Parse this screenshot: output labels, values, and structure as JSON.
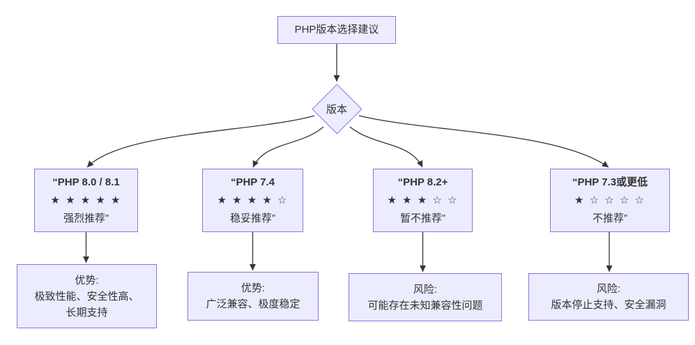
{
  "colors": {
    "node_fill": "#ECECFF",
    "node_border": "#9370DB",
    "edge": "#333333",
    "text": "#333333",
    "background": "#ffffff"
  },
  "nodes": {
    "title": {
      "label": "PHP版本选择建议"
    },
    "decision": {
      "label": "版本"
    }
  },
  "options": [
    {
      "heading": "“PHP 8.0 / 8.1",
      "stars": "★ ★ ★ ★ ★",
      "caption": "强烈推荐”"
    },
    {
      "heading": "“PHP 7.4",
      "stars": "★ ★ ★ ★ ☆",
      "caption": "稳妥推荐”"
    },
    {
      "heading": "“PHP 8.2+",
      "stars": "★ ★ ★ ☆ ☆",
      "caption": "暂不推荐”"
    },
    {
      "heading": "“PHP 7.3或更低",
      "stars": "★ ☆ ☆ ☆ ☆",
      "caption": "不推荐”"
    }
  ],
  "details": [
    {
      "line1": "优势:",
      "line2": "极致性能、安全性高、",
      "line3": "长期支持"
    },
    {
      "line1": "优势:",
      "line2": "广泛兼容、极度稳定"
    },
    {
      "line1": "风险:",
      "line2": "可能存在未知兼容性问题"
    },
    {
      "line1": "风险:",
      "line2": "版本停止支持、安全漏洞"
    }
  ]
}
